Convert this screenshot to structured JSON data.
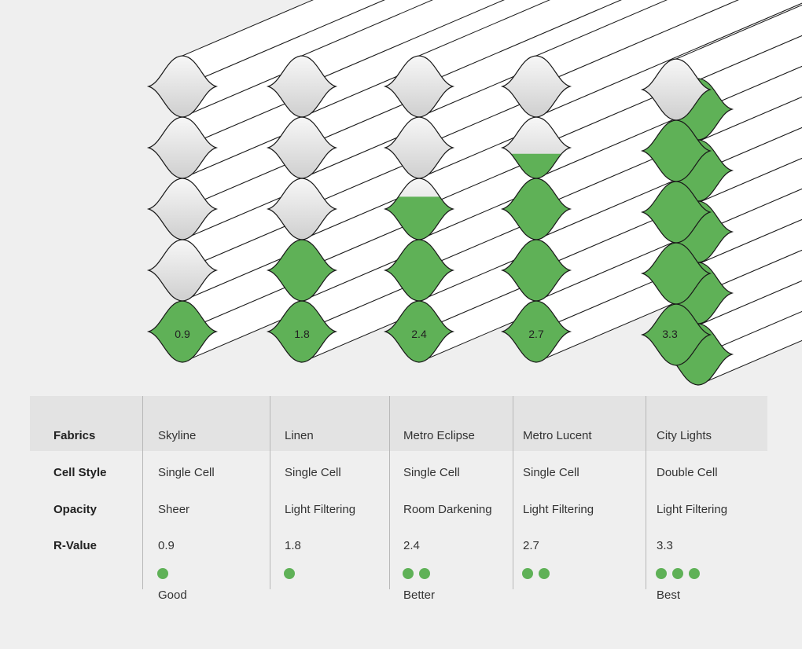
{
  "colors": {
    "fill": "#5fb157",
    "fill_dark": "#4e9a47",
    "empty_light": "#f7f7f7",
    "empty_dark": "#cfcfcf",
    "outline": "#1a1a1a",
    "dot": "#5fb157"
  },
  "diagram": {
    "shades": [
      {
        "r_value": "0.9",
        "fill_fraction": 0.2,
        "cell_style": "single"
      },
      {
        "r_value": "1.8",
        "fill_fraction": 0.4,
        "cell_style": "single"
      },
      {
        "r_value": "2.4",
        "fill_fraction": 0.54,
        "cell_style": "single"
      },
      {
        "r_value": "2.7",
        "fill_fraction": 0.68,
        "cell_style": "single"
      },
      {
        "r_value": "3.3",
        "fill_fraction": 0.8,
        "cell_style": "double"
      }
    ]
  },
  "table": {
    "row_labels": {
      "fabrics": "Fabrics",
      "cell_style": "Cell Style",
      "opacity": "Opacity",
      "r_value": "R-Value"
    },
    "columns": [
      {
        "fabric": "Skyline",
        "cell_style": "Single Cell",
        "opacity": "Sheer",
        "r_value": "0.9",
        "dots": 1,
        "rating": "Good"
      },
      {
        "fabric": "Linen",
        "cell_style": "Single Cell",
        "opacity": "Light Filtering",
        "r_value": "1.8",
        "dots": 1,
        "rating": ""
      },
      {
        "fabric": "Metro Eclipse",
        "cell_style": "Single Cell",
        "opacity": "Room Darkening",
        "r_value": "2.4",
        "dots": 2,
        "rating": "Better"
      },
      {
        "fabric": "Metro Lucent",
        "cell_style": "Single Cell",
        "opacity": "Light Filtering",
        "r_value": "2.7",
        "dots": 2,
        "rating": ""
      },
      {
        "fabric": "City Lights",
        "cell_style": "Double Cell",
        "opacity": "Light Filtering",
        "r_value": "3.3",
        "dots": 3,
        "rating": "Best"
      }
    ]
  }
}
